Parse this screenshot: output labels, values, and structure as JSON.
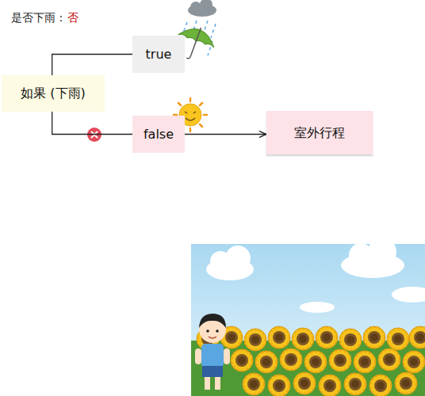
{
  "diagram": {
    "nodes": [
      {
        "text": [
          "如果 (下雨)"
        ]
      },
      {
        "text": [
          "true"
        ]
      },
      {
        "text": [
          "false"
        ]
      },
      {
        "text": [
          "室外行程"
        ]
      }
    ],
    "edges": [
      {
        "from": 0,
        "to": 1,
        "arrow": "none"
      },
      {
        "from": 0,
        "to": 2,
        "arrow": "none"
      },
      {
        "from": 2,
        "to": 3,
        "arrow": "to"
      }
    ],
    "labels": [
      "是否下雨 :",
      "否"
    ]
  }
}
